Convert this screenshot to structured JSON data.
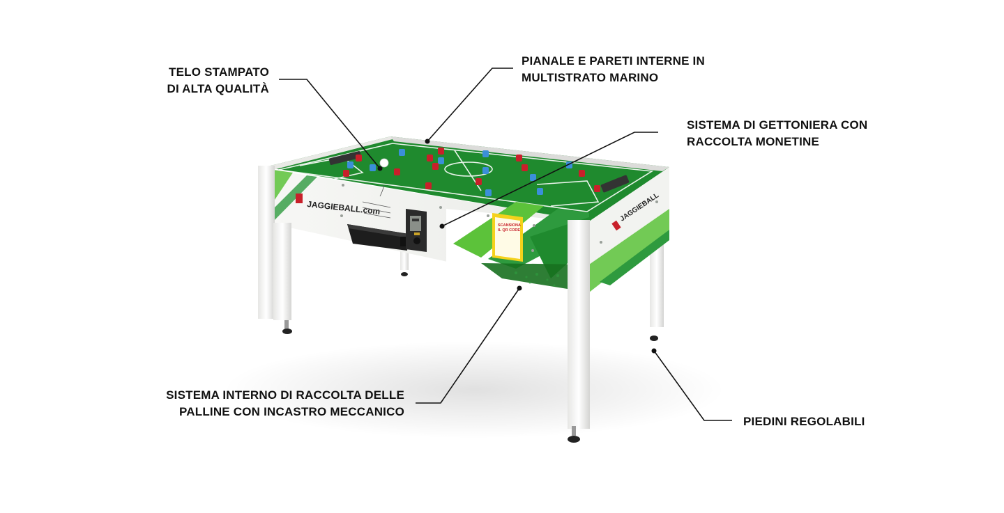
{
  "callouts": {
    "telo": {
      "line1": "TELO STAMPATO",
      "line2": "DI ALTA QUALITÀ"
    },
    "pianale": {
      "line1": "PIANALE E PARETI INTERNE IN",
      "line2": "MULTISTRATO MARINO"
    },
    "gettoniera": {
      "line1": "SISTEMA DI GETTONIERA CON",
      "line2": "RACCOLTA MONETINE"
    },
    "raccolta": {
      "line1": "SISTEMA INTERNO DI RACCOLTA DELLE",
      "line2": "PALLINE CON INCASTRO MECCANICO"
    },
    "piedini": {
      "line1": "PIEDINI REGOLABILI"
    }
  },
  "product": {
    "brand": "JAGGIEBALL.com",
    "brand_side": "JAGGIEBALL",
    "qr_sign": {
      "title1": "SCANSIONA",
      "title2": "IL QR CODE"
    }
  },
  "colors": {
    "pitch": "#1f8a2e",
    "pitch_dark": "#17701f",
    "team_red": "#c8202a",
    "team_blue": "#3b8fd9",
    "panel": "#f4f5f3",
    "accent_green": "#5cc23a",
    "sign_yellow": "#f5d21c"
  }
}
